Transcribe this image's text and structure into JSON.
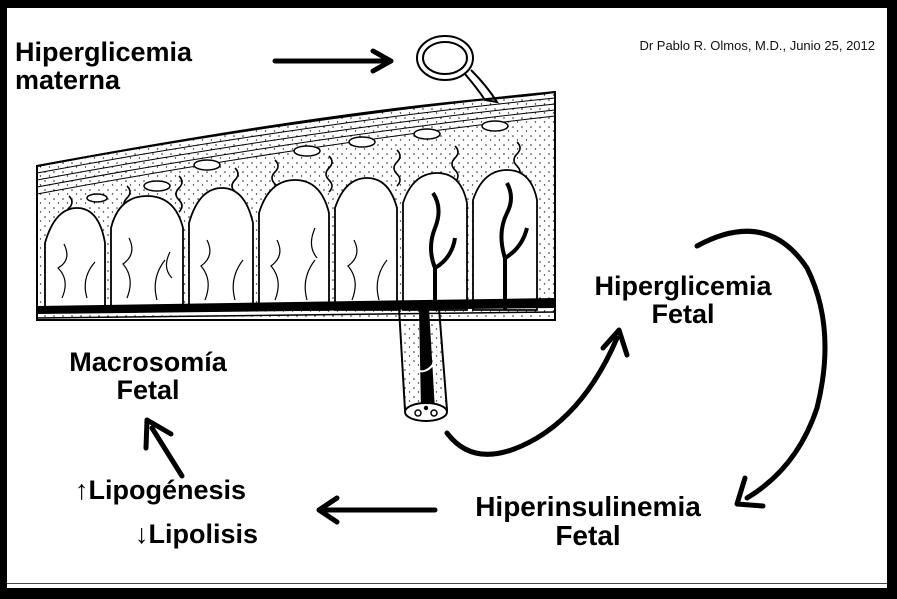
{
  "credit": "Dr Pablo R. Olmos, M.D., Junio 25, 2012",
  "labels": {
    "maternal_line1": "Hiperglicemia",
    "maternal_line2": "materna",
    "fetal_hyper_line1": "Hiperglicemia",
    "fetal_hyper_line2": "Fetal",
    "hyperinsulin_line1": "Hiperinsulinemia",
    "hyperinsulin_line2": "Fetal",
    "macro_line1": "Macrosomía",
    "macro_line2": "Fetal",
    "lipogenesis": "↑Lipogénesis",
    "lipolysis": "↓Lipolisis"
  },
  "colors": {
    "ink": "#000000",
    "paper": "#ffffff",
    "frame": "#000000"
  }
}
